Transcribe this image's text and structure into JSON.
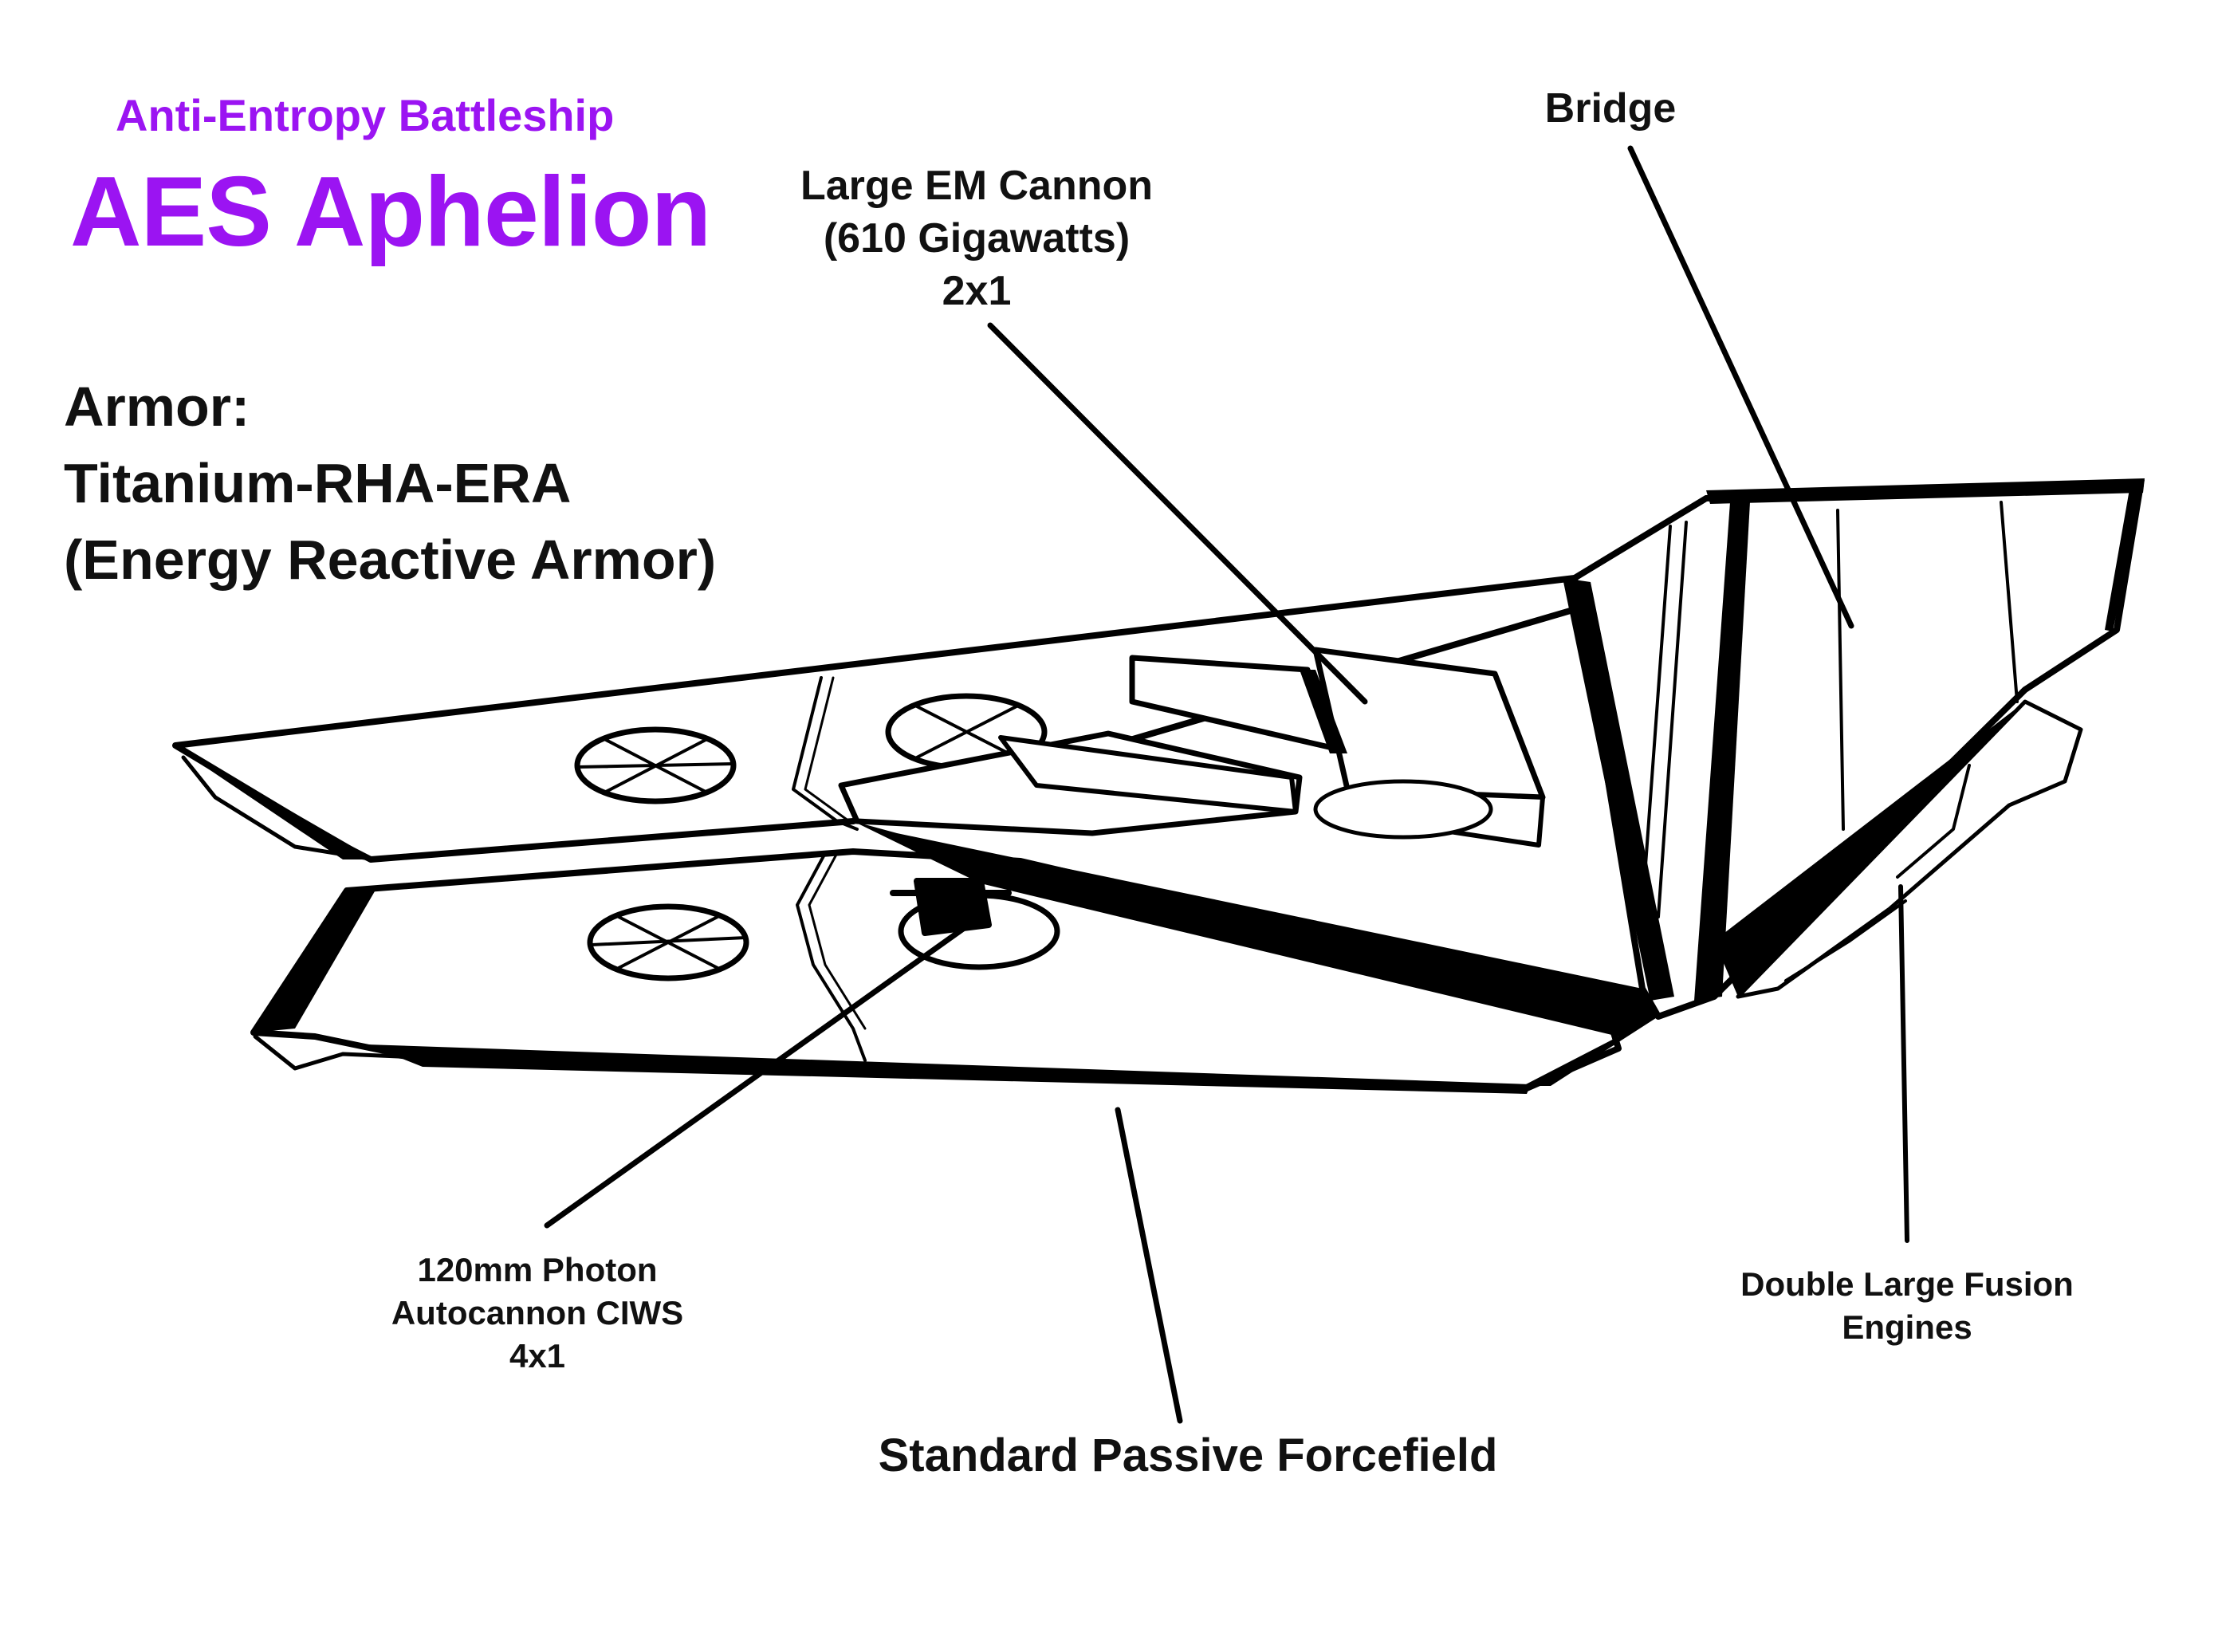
{
  "header": {
    "subtitle": "Anti-Entropy Battleship",
    "title": "AES Aphelion",
    "accent_color": "#9b14f2"
  },
  "armor": {
    "line1": "Armor:",
    "line2": "Titanium-RHA-ERA",
    "line3": "(Energy Reactive Armor)"
  },
  "labels": {
    "cannon": {
      "line1": "Large EM Cannon",
      "line2": "(610 Gigawatts)",
      "line3": "2x1"
    },
    "bridge": "Bridge",
    "ciws": {
      "line1": "120mm Photon",
      "line2": "Autocannon CIWS",
      "line3": "4x1"
    },
    "engines": {
      "line1": "Double Large Fusion",
      "line2": "Engines"
    },
    "forcefield": "Standard Passive Forcefield"
  }
}
